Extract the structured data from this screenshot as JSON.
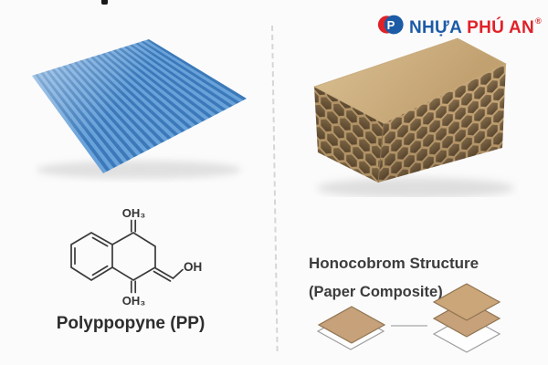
{
  "page": {
    "background_color": "#fbfbfb"
  },
  "brand": {
    "icon": "phu-an-p-cloud-icon",
    "icon_letter": "P",
    "name_blue": "NHỰA",
    "name_red": "PHÚ AN",
    "registered_mark": "®",
    "color_blue": "#1c5ba6",
    "color_red": "#e02128"
  },
  "left_panel": {
    "material": "blue-corrugated-pp-sheet",
    "sheet_blue_light": "#68a2da",
    "sheet_blue_dark": "#3b79ba",
    "molecule": {
      "substituent_top": "OH₃",
      "substituent_bottom": "OH₃",
      "substituent_right": "OH",
      "caption": "Polyppopyne (PP)"
    }
  },
  "right_panel": {
    "material": "kraft-honeycomb-paper-block",
    "kraft_top": "#cdb183",
    "kraft_wall": "#b9996b",
    "kraft_cell": "#6b563b",
    "title": "Honocobrom Structure",
    "subtitle": "(Paper Composite)"
  }
}
